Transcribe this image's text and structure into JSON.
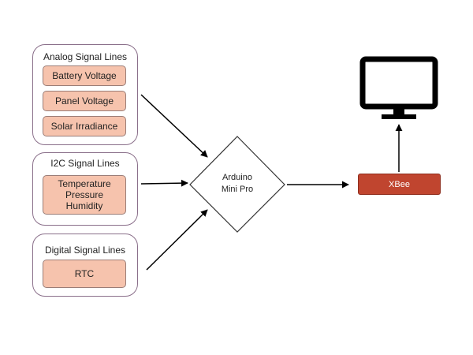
{
  "groups": {
    "analog": {
      "title": "Analog Signal Lines",
      "signals": [
        "Battery Voltage",
        "Panel Voltage",
        "Solar Irradiance"
      ]
    },
    "i2c": {
      "title": "I2C Signal Lines",
      "signals": [
        "Temperature",
        "Pressure",
        "Humidity"
      ]
    },
    "digital": {
      "title": "Digital Signal Lines",
      "signals": [
        "RTC"
      ]
    }
  },
  "processor": {
    "line1": "Arduino",
    "line2": "Mini Pro"
  },
  "radio": {
    "label": "XBee"
  },
  "display": {
    "icon": "monitor-icon"
  },
  "colors": {
    "signal_fill": "#f6c3ad",
    "xbee_fill": "#c0452f",
    "group_border": "#8a6f8a"
  }
}
